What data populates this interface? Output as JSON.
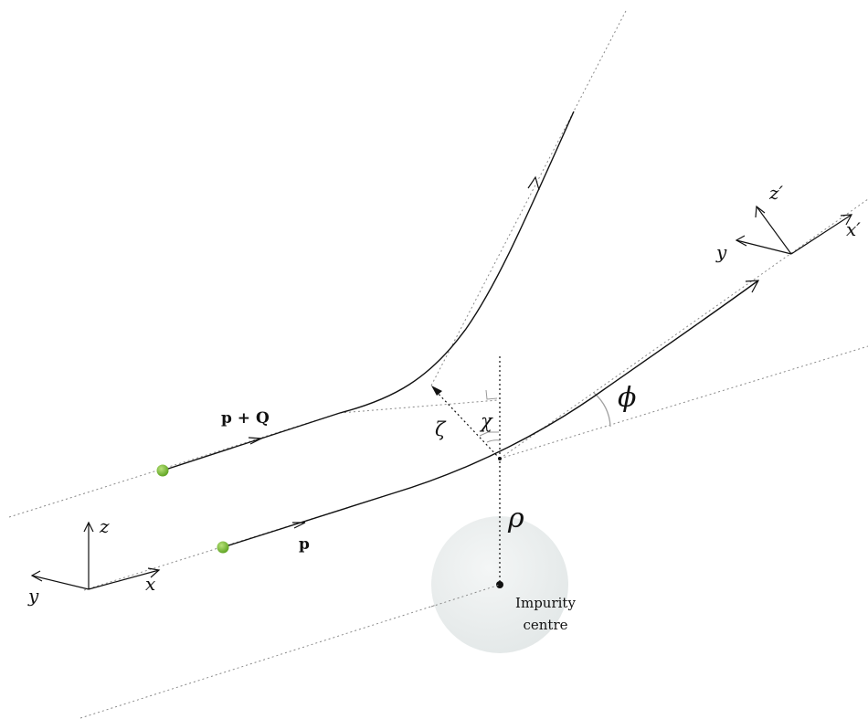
{
  "labels": {
    "impurity_line1": "Impurity",
    "impurity_line2": "centre",
    "momentum_p": "p",
    "momentum_pq": "p + Q",
    "rho": "ρ",
    "zeta": "ζ",
    "chi": "χ",
    "phi": "ϕ",
    "frame_in": {
      "x": "x",
      "y": "y",
      "z": "z"
    },
    "frame_out": {
      "x": "x′",
      "y": "y",
      "z": "z′"
    }
  },
  "colors": {
    "particle": "#5aa01e",
    "particle_highlight": "#b8e27a",
    "impurity_fill": "#e2e7e7",
    "impurity_edge": "#d2d9d9",
    "guide": "#8a8a8a",
    "ink": "#111111",
    "angle_arc": "#a0a0a0"
  }
}
